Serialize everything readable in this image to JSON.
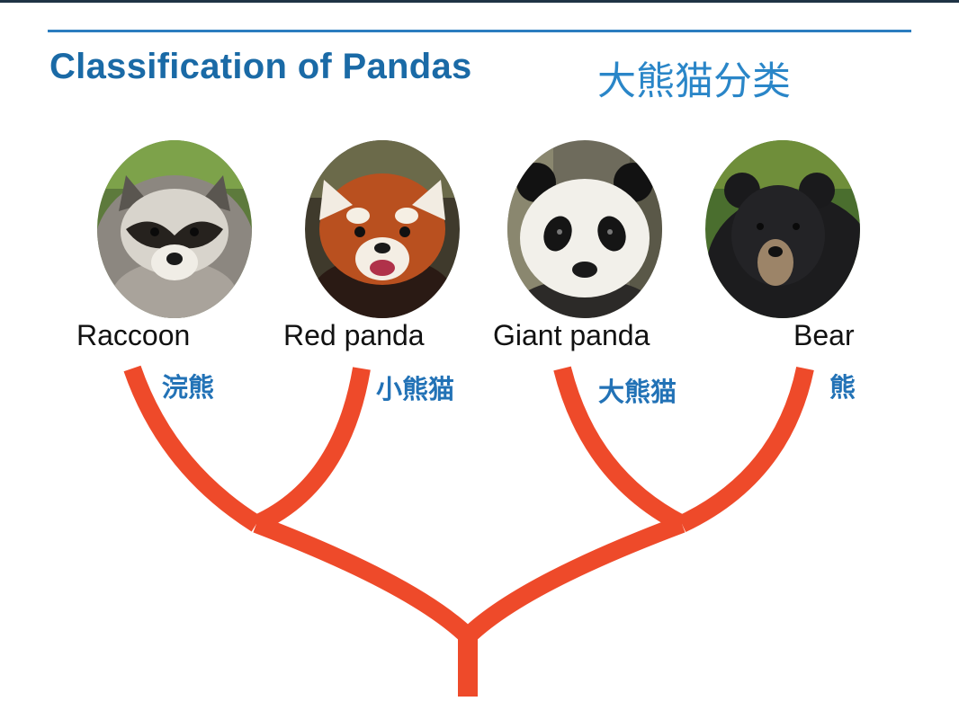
{
  "title": "Classification of Pandas",
  "title_zh": "大熊猫分类",
  "animals": [
    {
      "name": "Raccoon",
      "name_zh": "浣熊",
      "icon": "raccoon-photo"
    },
    {
      "name": "Red panda",
      "name_zh": "小熊猫",
      "icon": "red-panda-photo"
    },
    {
      "name": "Giant panda",
      "name_zh": "大熊猫",
      "icon": "giant-panda-photo"
    },
    {
      "name": "Bear",
      "name_zh": "熊",
      "icon": "bear-photo"
    }
  ],
  "colors": {
    "title": "#1a6aa6",
    "title_zh": "#2a86c8",
    "label_zh": "#2272b6",
    "tree": "#ee4a2a"
  }
}
